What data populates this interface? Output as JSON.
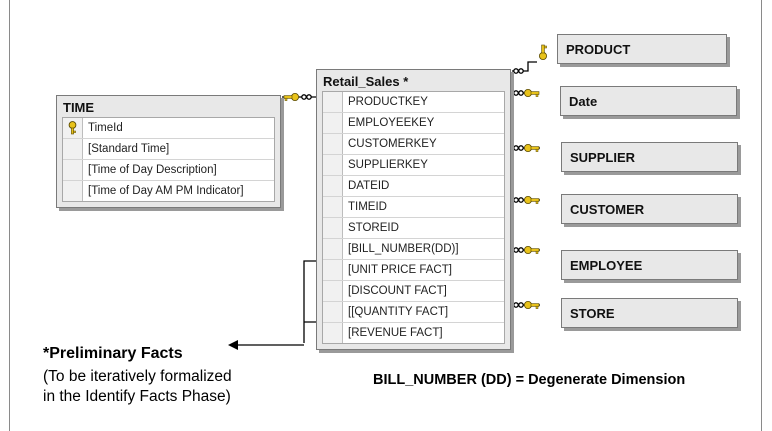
{
  "fact_table": {
    "title": "Retail_Sales *",
    "columns": [
      "PRODUCTKEY",
      "EMPLOYEEKEY",
      "CUSTOMERKEY",
      "SUPPLIERKEY",
      "DATEID",
      "TIMEID",
      "STOREID",
      "[BILL_NUMBER(DD)]",
      "[UNIT PRICE FACT]",
      "[DISCOUNT FACT]",
      "[[QUANTITY FACT]",
      "[REVENUE FACT]"
    ]
  },
  "time_table": {
    "title": "TIME",
    "columns": [
      "TimeId",
      "[Standard Time]",
      "[Time of Day Description]",
      "[Time of Day AM PM Indicator]"
    ],
    "primary_key_index": 0
  },
  "dimensions": {
    "product": "PRODUCT",
    "date": "Date",
    "supplier": "SUPPLIER",
    "customer": "CUSTOMER",
    "employee": "EMPLOYEE",
    "store": "STORE"
  },
  "notes": {
    "preliminary_title": "*Preliminary Facts",
    "preliminary_line1": "(To be iteratively formalized",
    "preliminary_line2": "in the Identify Facts Phase)",
    "degenerate": "BILL_NUMBER (DD) = Degenerate Dimension"
  },
  "colors": {
    "key_gold": "#e8c21a",
    "border": "#7a7a7a",
    "fill": "#e8e8e8"
  }
}
